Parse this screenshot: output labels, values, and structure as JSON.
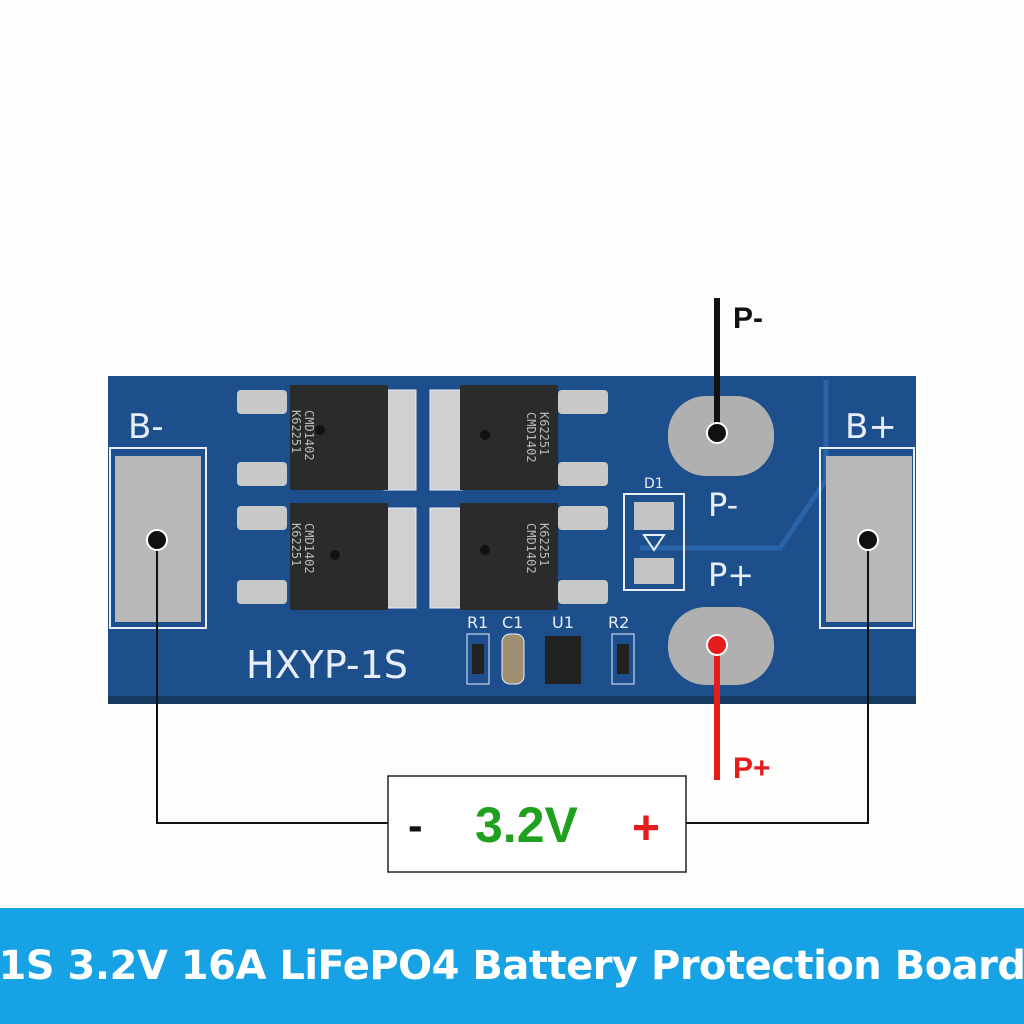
{
  "board": {
    "model": "HXYP-1S",
    "b_minus": "B-",
    "b_plus": "B+",
    "p_minus": "P-",
    "p_plus": "P+",
    "d1": "D1",
    "r1": "R1",
    "c1": "C1",
    "u1": "U1",
    "r2": "R2",
    "mosfet_line1": "CMD1402",
    "mosfet_line2": "K62251"
  },
  "annotations": {
    "p_minus": "P-",
    "p_plus": "P+",
    "minus": "-",
    "voltage": "3.2V",
    "plus": "+"
  },
  "banner": {
    "title": "1S 3.2V 16A LiFePO4 Battery Protection Board"
  },
  "colors": {
    "board": "#1d4f8c",
    "banner": "#16a2e4",
    "voltage": "#1fa11f",
    "positive": "#e51c1c"
  }
}
